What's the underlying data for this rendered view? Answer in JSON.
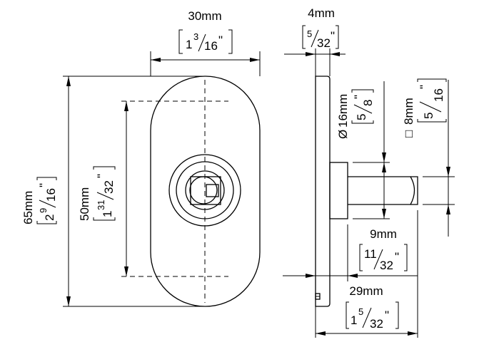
{
  "dimensions": {
    "width": {
      "mm": "30mm",
      "whole": "1",
      "num": "3",
      "den": "16",
      "inch": "\""
    },
    "height": {
      "mm": "65mm",
      "whole": "2",
      "num": "9",
      "den": "16",
      "inch": "\""
    },
    "hole_spacing": {
      "mm": "50mm",
      "whole": "1",
      "num": "31",
      "den": "32",
      "inch": "\""
    },
    "thickness": {
      "mm": "4mm",
      "num": "5",
      "den": "32",
      "inch": "\""
    },
    "boss_diameter": {
      "symbol": "Ø",
      "mm": "16mm",
      "num": "5",
      "den": "8",
      "inch": "\""
    },
    "spindle_square": {
      "symbol": "□",
      "mm": "8mm",
      "num": "5",
      "den": "16",
      "inch": "\""
    },
    "boss_depth": {
      "mm": "9mm",
      "num": "11",
      "den": "32",
      "inch": "\""
    },
    "total_depth": {
      "mm": "29mm",
      "whole": "1",
      "num": "5",
      "den": "32",
      "inch": "\""
    }
  }
}
